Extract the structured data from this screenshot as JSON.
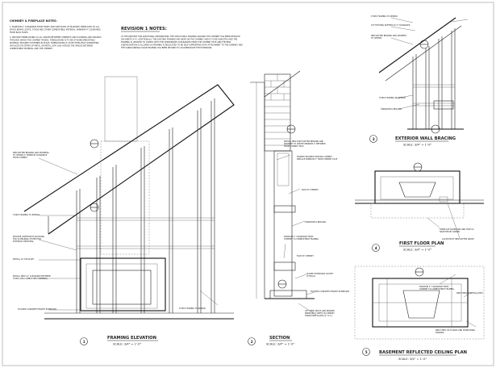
{
  "notes_left": {
    "heading": "CHIMNEY & FIREPLACE NOTES:",
    "lines": [
      "1. MAINTAIN 2\" CLEARANCE FROM FRONT AND SIDE FACES OF MASONRY FIREPLACES TO ALL",
      "WOOD BEAMS, JOISTS, STUDS AND OTHER COMBUSTIBLE MATERIAL. MINIMUM 4\" CLEARANCE",
      "FROM BACK FACES.",
      "2. PROVIDE FIREBLOCKING AT ALL SPACES BETWEEN CHIMNEYS AND FLOORING AND CEILINGS",
      "THROUGH WHICH THE CHIMNEY PASSES. FIREBLOCKING IS TO BE OF NONCOMBUSTIBLE",
      "MATERIAL SECURELY FASTENED IN PLACE. FIREBLOCKING IS TO BE STEEL BOLT SUPPORTING",
      "IN PLACES OR STRIPS OF METAL OR METAL LATH LAID ACROSS THE SPACES BETWEEN",
      "COMBUSTIBLE MATERIAL AND THE CHIMNEY."
    ]
  },
  "revision": {
    "heading": "REVISION 1 NOTES:",
    "lines": [
      "AT THE REQUEST FOR ADDITIONAL INFORMATION, THE STRUCTURAL FRAMING AROUND THE CHIMNEY HAS BEEN DETAILED",
      "ON SHEETS A-F1. ADDITIONALLY THE EXISTING FRAMING MAY BEAR ON THE CHIMNEY AND IS TO BE ADJUSTED AND THE",
      "FRAMING IS UPDATED TO COMPLY WITH THE APPROPRIATE CLEARANCES FROM THE CHIMNEY FACE AND THE NEW",
      "CONFIGURATION IS ALLOWED AS FRAMING IS RELOCATED TO BE SELF-SUPPORTING WITH ATTACHMENT TO THE CHIMNEY AND",
      "THE SURROUNDING FLOOR FRAMING HAS BEEN REVISED TO ACCOMMODATE THE EXTENSION."
    ]
  },
  "views": [
    {
      "number": "1",
      "title": "FRAMING ELEVATION",
      "scale": "SCALE: 3/4\" = 1'-0\""
    },
    {
      "number": "2",
      "title": "SECTION",
      "scale": "SCALE: 3/4\" = 1'-0\""
    },
    {
      "number": "3",
      "title": "EXTERIOR WALL BRACING",
      "scale": "SCALE: 3/4\" = 1'-0\""
    },
    {
      "number": "4",
      "title": "FIRST FLOOR PLAN",
      "scale": "SCALE: 3/4\" = 1'-0\""
    },
    {
      "number": "5",
      "title": "BASEMENT REFLECTED CEILING PLAN",
      "scale": "SCALE: 3/4\" = 1'-0\""
    }
  ],
  "callouts": {
    "elevation": [
      "NEW RAFTER BEARING AND DROPPING",
      "TO CENTER 2\" MINIMUM CLEARANCE",
      "FROM CHIMNEY",
      "STUDS FRAMING TO REMAIN",
      "PROVIDE CONTINUOUS BLOCKING",
      "FOR 2X BEARING SYSTEM FOR",
      "EXTERIOR SHEATHING",
      "INSTALL 2X TOP PLATE",
      "INSTALL NEW 12\" CLEARANCE BETWEEN",
      "STUDS AND COMBUSTIBLE MATERIAL",
      "FLUSHED CONCRETE HEARTH EXTENSION",
      "STUDS FRAMING TO REMAIN"
    ],
    "section": [
      "INSTALL NEW ROOF RAFTER BEARING AND",
      "DROPPED TO CREATE MINIMUM 2\" BETWEEN",
      "FROM CHIMNEY FACE",
      "FRAMED HEADERS EXISTING CHIMNEY",
      "REPLACE MINIMUM 2\" FROM CHIMNEY FACE",
      "FACE OF CHIMNEY",
      "HORIZONTAL BRACING",
      "MAINTAIN 2\" CLEARANCE FROM",
      "CHIMNEY TO COMBUSTIBLE FRAMING",
      "FACE OF CHIMNEY",
      "SLOPED EXTENSION COUNTY",
      "(TYPICAL)",
      "FLUSHED CONCRETE HEARTH EXTENSION",
      "LIFT STEEL BOLTS AND BONDED",
      "MINIMUM 2\" DEPTH IN CHIMNEY",
      "TRANSITION PLACES (2\" O.C.)"
    ],
    "bracing": [
      "STUDS FRAMING TO REMAIN",
      "CUT EXISTING RAFTERS AT 2\" CLEARANCE",
      "NEW RAFTER BEARING AND DROPPED",
      "TO CENTER",
      "STUDS FRAMING TO REMAIN",
      "HORIZONTAL BRACING"
    ],
    "floor": [
      "FIREPLACE SURROUND AND TRIM AS",
      "SELECTED BY OWNER",
      "LOCATION OF NEW RAFTER ABOVE"
    ],
    "ceiling": [
      "MAINTAIN 2\" CLEARANCE FROM",
      "CHIMNEY TO COMBUSTIBLE FRAMING",
      "NEW STEEL EXISTING JOISTS",
      "NEW STEEL ITS FLOORS AND MONITORING",
      "FRAMING"
    ]
  }
}
